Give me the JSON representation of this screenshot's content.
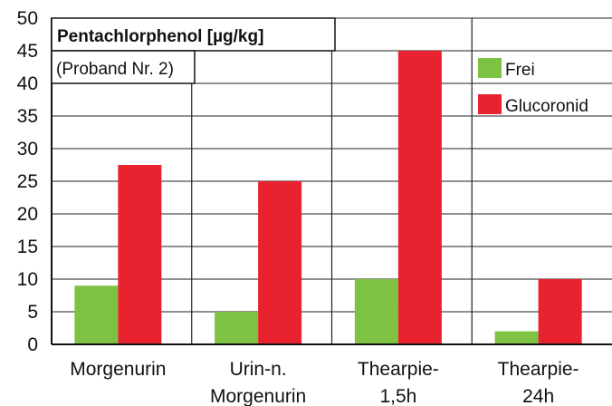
{
  "chart_data": {
    "type": "bar",
    "title": "Pentachlorphenol [µg/kg]",
    "subtitle": "(Proband Nr. 2)",
    "categories": [
      [
        "Morgenurin"
      ],
      [
        "Urin-n.",
        "Morgenurin"
      ],
      [
        "Thearpie-",
        "1,5h"
      ],
      [
        "Thearpie-",
        "24h"
      ]
    ],
    "series": [
      {
        "name": "Frei",
        "color": "#7dc242",
        "values": [
          9,
          5,
          10,
          2
        ]
      },
      {
        "name": "Glucoronid",
        "color": "#e8222e",
        "values": [
          27.5,
          25,
          45,
          10
        ]
      }
    ],
    "yticks": [
      "0",
      "5",
      "10",
      "15",
      "20",
      "25",
      "30",
      "35",
      "40",
      "45",
      "50"
    ],
    "ylim": [
      0,
      50
    ],
    "grid": true,
    "legend_position": "top-right"
  }
}
